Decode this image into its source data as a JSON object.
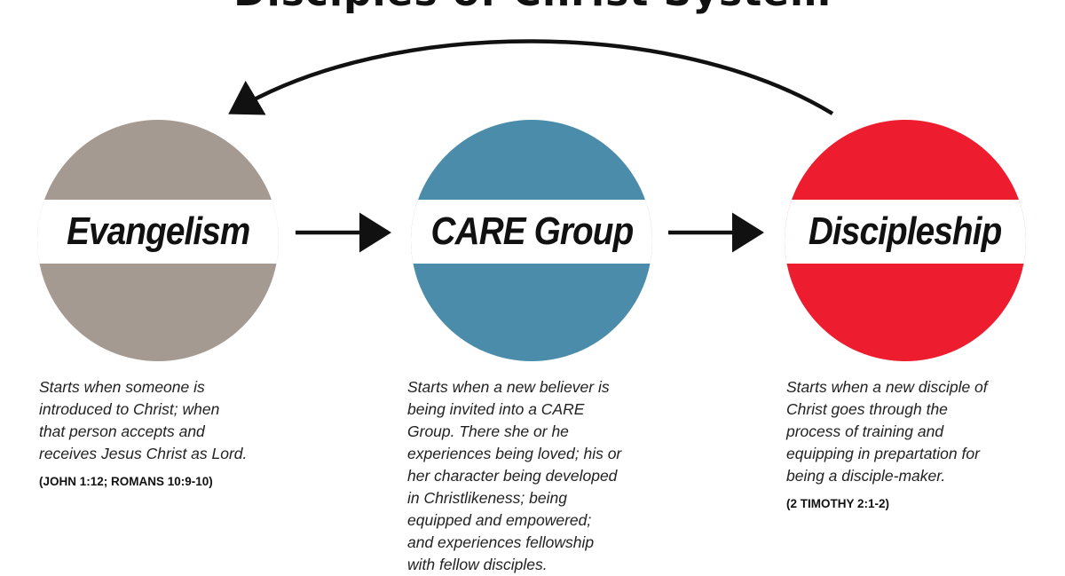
{
  "title": "Disciples of Christ System",
  "colors": {
    "evangelism": "#a59a91",
    "care": "#4a8ca9",
    "discipleship": "#ed1c2e"
  },
  "stages": [
    {
      "name": "Evangelism",
      "description": "Starts when someone is\nintroduced to Christ; when\nthat person accepts and\nreceives Jesus Christ as Lord.",
      "reference": "(JOHN 1:12; ROMANS 10:9-10)"
    },
    {
      "name": "CARE Group",
      "description": "Starts when a new believer is\nbeing invited into a CARE\nGroup. There she or he\nexperiences being loved; his or\nher character being developed\nin Christlikeness; being\nequipped and empowered;\nand experiences fellowship\nwith fellow disciples."
    },
    {
      "name": "Discipleship",
      "description": "Starts when a new disciple of\nChrist goes through the\nprocess of training and\nequipping in prepartation for\nbeing a disciple-maker.",
      "reference": "(2 TIMOTHY 2:1-2)"
    }
  ]
}
